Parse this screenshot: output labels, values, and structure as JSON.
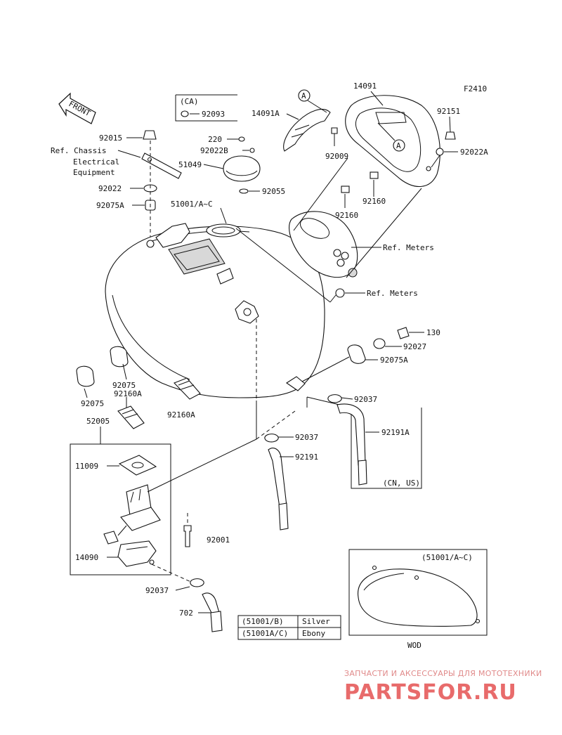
{
  "figure_code": "F2410",
  "front_arrow": "FRONT",
  "region_ca": "(CA)",
  "region_cn_us": "(CN, US)",
  "inset_label": "(51001/A~C)",
  "inset_caption": "WOD",
  "ref_chassis": [
    "Ref. Chassis",
    "Electrical",
    "Equipment"
  ],
  "ref_meters": "Ref. Meters",
  "callout": "A",
  "parts": {
    "p92093": "92093",
    "p14091A": "14091A",
    "p14091": "14091",
    "p92151": "92151",
    "p92015": "92015",
    "p220": "220",
    "p92022B": "92022B",
    "p92009": "92009",
    "p92022A": "92022A",
    "p51049": "51049",
    "p92022": "92022",
    "p92055": "92055",
    "p92075A_top": "92075A",
    "p51001": "51001/A~C",
    "p92160_a": "92160",
    "p92160_b": "92160",
    "p130": "130",
    "p92027": "92027",
    "p92075A_mid": "92075A",
    "p92075_a": "92075",
    "p92160A_a": "92160A",
    "p92075_b": "92075",
    "p92160A_b": "92160A",
    "p92037_a": "92037",
    "p52005": "52005",
    "p92037_b": "92037",
    "p92191A": "92191A",
    "p11009": "11009",
    "p92191": "92191",
    "p92001": "92001",
    "p14090": "14090",
    "p92037_c": "92037",
    "p702": "702"
  },
  "color_table": [
    {
      "code": "(51001/B)",
      "color": "Silver"
    },
    {
      "code": "(51001A/C)",
      "color": "Ebony"
    }
  ],
  "watermark": {
    "line1": "ЗАПЧАСТИ И АКСЕССУАРЫ ДЛЯ МОТОТЕХНИКИ",
    "line2": "PARTSFOR.RU"
  }
}
